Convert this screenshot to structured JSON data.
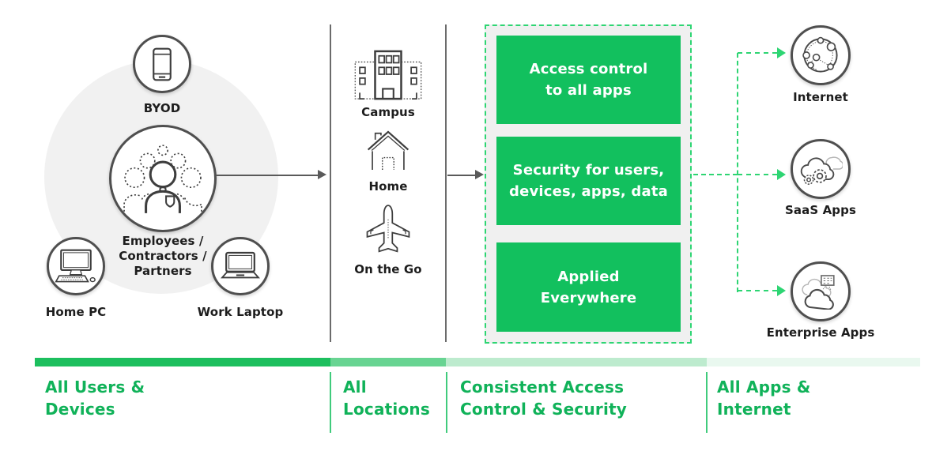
{
  "title": "Zero trust network access diagram",
  "colors": {
    "accent_green": "#12c05e",
    "dashed_green": "#2ed573",
    "label_green": "#10b259",
    "circle_bg": "#f1f1f1",
    "panel_bg": "#f0f0f0",
    "line_gray": "#5a5a5a",
    "text_dark": "#1d1d1d",
    "bar_segments": [
      "#1dbf5e",
      "#68d492",
      "#bdebce",
      "#e9f8ef"
    ]
  },
  "users_devices": {
    "section_label": "All Users &\nDevices",
    "byod": {
      "label": "BYOD",
      "icon": "smartphone-icon"
    },
    "employees": {
      "label": "Employees /\nContractors /\nPartners",
      "icon": "people-group-icon"
    },
    "home_pc": {
      "label": "Home PC",
      "icon": "desktop-computer-icon"
    },
    "work_laptop": {
      "label": "Work Laptop",
      "icon": "laptop-icon"
    }
  },
  "locations": {
    "section_label": "All\nLocations",
    "campus": {
      "label": "Campus",
      "icon": "office-building-icon"
    },
    "home": {
      "label": "Home",
      "icon": "house-icon"
    },
    "on_the_go": {
      "label": "On the Go",
      "icon": "airplane-icon"
    }
  },
  "access_security": {
    "section_label": "Consistent Access\nControl & Security",
    "boxes": [
      {
        "label": "Access control\nto all apps"
      },
      {
        "label": "Security for users,\ndevices, apps, data"
      },
      {
        "label": "Applied\nEverywhere"
      }
    ]
  },
  "apps_internet": {
    "section_label": "All Apps &\nInternet",
    "internet": {
      "label": "Internet",
      "icon": "network-globe-icon"
    },
    "saas": {
      "label": "SaaS Apps",
      "icon": "cloud-gears-icon"
    },
    "enterprise": {
      "label": "Enterprise Apps",
      "icon": "cloud-building-icon"
    }
  }
}
